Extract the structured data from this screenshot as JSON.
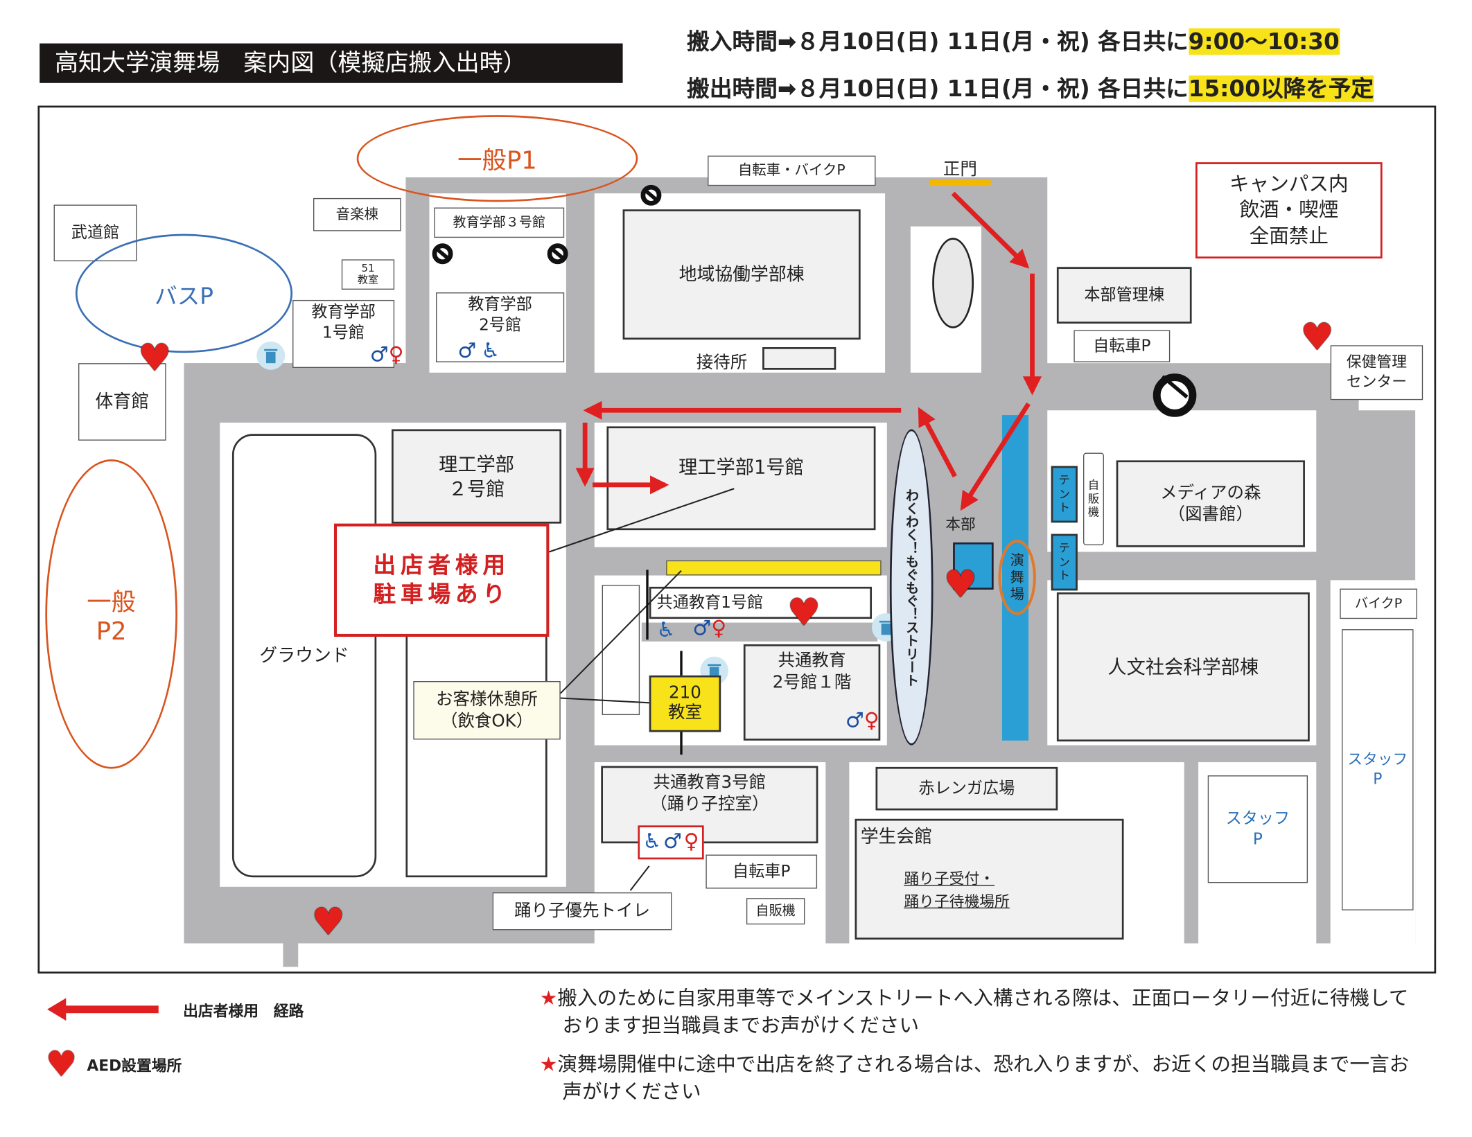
{
  "title": "高知大学演舞場　案内図（模擬店搬入出時）",
  "schedule": {
    "in_label": "搬入時間➡８月10日(日) 11日(月・祝) 各日共に",
    "in_time": "9:00～10:30",
    "out_label": "搬出時間➡８月10日(日) 11日(月・祝) 各日共に",
    "out_time": "15:00以降を予定"
  },
  "map": {
    "parking_p1": "一般P1",
    "parking_p2": "一般\nP2",
    "bus_p": "バスP",
    "budokan": "武道館",
    "gym": "体育館",
    "music": "音楽棟",
    "room51": "51\n教室",
    "edu1": "教育学部\n1号館",
    "edu3": "教育学部３号館",
    "edu2": "教育学部\n2号館",
    "chiiki": "地域協働学部棟",
    "settaisho": "接待所",
    "bike_p_top": "自転車・バイクP",
    "main_gate": "正門",
    "no_alcohol": "キャンパス内\n飲酒・喫煙\n全面禁止",
    "honbu_kanri": "本部管理棟",
    "bicycle_p_right": "自転車P",
    "health_center": "保健管理\nセンター",
    "riko2": "理工学部\n２号館",
    "riko1": "理工学部1号館",
    "vendor_parking": "出店者様用\n駐車場あり",
    "ground": "グラウンド",
    "rest_area": "お客様休憩所\n（飲食OK）",
    "kyotsu1": "共通教育1号館",
    "room210": "210\n教室",
    "kyotsu2": "共通教育\n2号館１階",
    "kyotsu3": "共通教育3号館\n（踊り子控室）",
    "dancer_toilet": "踊り子優先トイレ",
    "bicycle_p_bottom": "自転車P",
    "vending_bottom": "自販機",
    "street": "わくわく！もぐもぐ！ストリート",
    "honbu": "本部",
    "enbujo": "演\n舞\n場",
    "tent": "テ\nン\nト",
    "vending": "自\n販\n機",
    "media": "メディアの森\n（図書館）",
    "jinbun": "人文社会科学部棟",
    "bike_p": "バイクP",
    "staff_p": "スタッフ\nP",
    "aka_renga": "赤レンガ広場",
    "student_hall": "学生会館",
    "dancer_reception": "踊り子受付・\n踊り子待機場所"
  },
  "legend": {
    "route": "出店者様用　経路",
    "aed": "AED設置場所"
  },
  "notes": [
    "搬入のために自家用車等でメインストリートへ入構される際は、正面ロータリー付近に待機しております担当職員までお声がけください",
    "演舞場開催中に途中で出店を終了される場合は、恐れ入りますが、お近くの担当職員まで一言お声がけください"
  ],
  "colors": {
    "route": "#e02020",
    "aed": "#e3201b",
    "highlight": "#f8e21a",
    "stage": "#2a9fd6",
    "road": "#b4b4b6"
  }
}
